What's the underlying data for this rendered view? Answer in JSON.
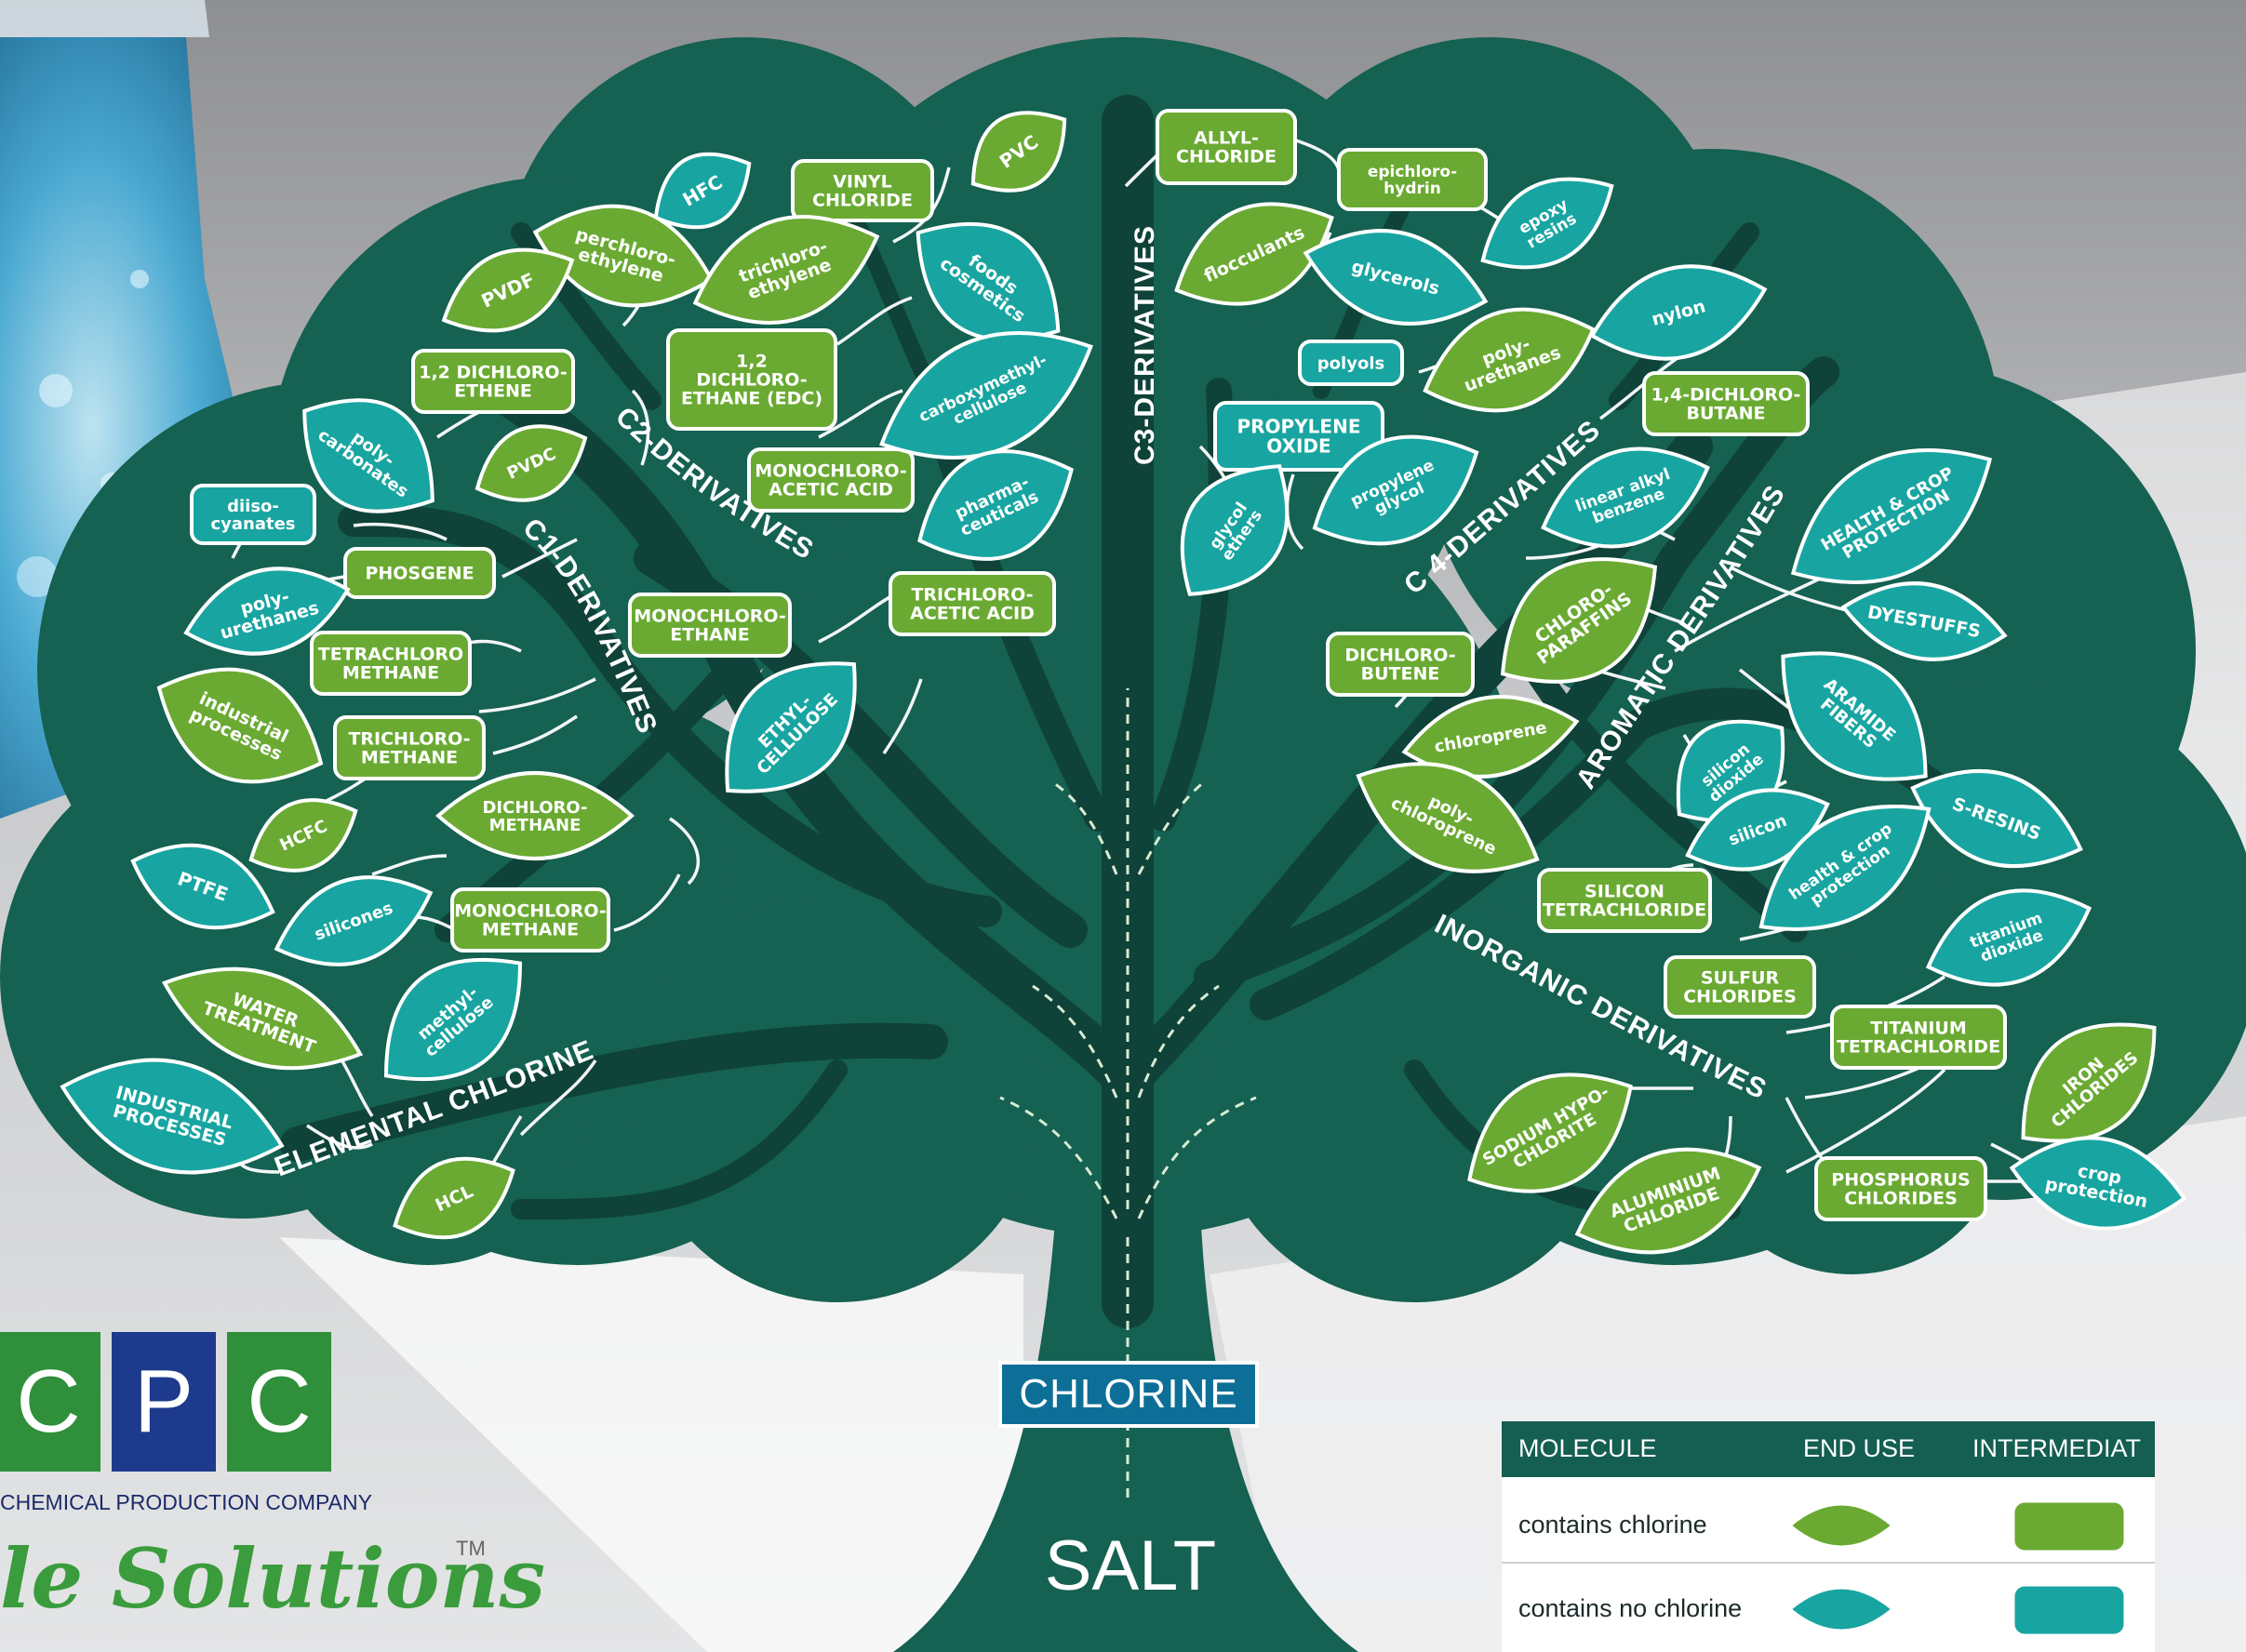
{
  "colors": {
    "tree": "#156152",
    "branch": "#0f4238",
    "green": "#6aaa32",
    "teal": "#18a5a1",
    "chlorine_box": "#0d6f97"
  },
  "trunk": {
    "chlorine": "CHLORINE",
    "salt": "SALT"
  },
  "branch_labels": {
    "elemental": "ELEMENTAL CHLORINE",
    "c1": "C1-DERIVATIVES",
    "c2": "C2-DERIVATIVES",
    "c3": "C3-DERIVATIVES",
    "c4": "C 4-DERIVATIVES",
    "aromatic": "AROMATIC DERIVATIVES",
    "inorganic": "INORGANIC DERIVATIVES"
  },
  "intermediates": [
    {
      "lines": [
        "VINYL",
        "CHLORIDE"
      ],
      "color": "green"
    },
    {
      "lines": [
        "1,2 DICHLORO-",
        "ETHENE"
      ],
      "color": "green"
    },
    {
      "lines": [
        "1,2",
        "DICHLORO-",
        "ETHANE (EDC)"
      ],
      "color": "green"
    },
    {
      "lines": [
        "MONOCHLORO-",
        "ACETIC ACID"
      ],
      "color": "green"
    },
    {
      "lines": [
        "TRICHLORO-",
        "ACETIC ACID"
      ],
      "color": "green"
    },
    {
      "lines": [
        "MONOCHLORO-",
        "ETHANE"
      ],
      "color": "green"
    },
    {
      "lines": [
        "diiso-",
        "cyanates"
      ],
      "color": "teal"
    },
    {
      "lines": [
        "PHOSGENE"
      ],
      "color": "green"
    },
    {
      "lines": [
        "TETRACHLORO",
        "METHANE"
      ],
      "color": "green"
    },
    {
      "lines": [
        "TRICHLORO-",
        "METHANE"
      ],
      "color": "green"
    },
    {
      "lines": [
        "MONOCHLORO-",
        "METHANE"
      ],
      "color": "green"
    },
    {
      "lines": [
        "ALLYL-",
        "CHLORIDE"
      ],
      "color": "green"
    },
    {
      "lines": [
        "epichloro-",
        "hydrin"
      ],
      "color": "green"
    },
    {
      "lines": [
        "polyols"
      ],
      "color": "teal"
    },
    {
      "lines": [
        "PROPYLENE",
        "OXIDE"
      ],
      "color": "teal"
    },
    {
      "lines": [
        "1,4-DICHLORO-",
        "BUTANE"
      ],
      "color": "green"
    },
    {
      "lines": [
        "DICHLORO-",
        "BUTENE"
      ],
      "color": "green"
    },
    {
      "lines": [
        "SILICON",
        "TETRACHLORIDE"
      ],
      "color": "green"
    },
    {
      "lines": [
        "SULFUR",
        "CHLORIDES"
      ],
      "color": "green"
    },
    {
      "lines": [
        "TITANIUM",
        "TETRACHLORIDE"
      ],
      "color": "green"
    },
    {
      "lines": [
        "PHOSPHORUS",
        "CHLORIDES"
      ],
      "color": "green"
    }
  ],
  "leaves": [
    {
      "lines": [
        "HFC"
      ],
      "color": "teal"
    },
    {
      "lines": [
        "PVC"
      ],
      "color": "green"
    },
    {
      "lines": [
        "perchloro-",
        "ethylene"
      ],
      "color": "green"
    },
    {
      "lines": [
        "trichloro-",
        "ethylene"
      ],
      "color": "green"
    },
    {
      "lines": [
        "foods",
        "cosmetics"
      ],
      "color": "teal"
    },
    {
      "lines": [
        "PVDF"
      ],
      "color": "green"
    },
    {
      "lines": [
        "carboxymethyl-",
        "cellulose"
      ],
      "color": "teal"
    },
    {
      "lines": [
        "poly-",
        "carbonates"
      ],
      "color": "teal"
    },
    {
      "lines": [
        "PVDC"
      ],
      "color": "green"
    },
    {
      "lines": [
        "pharma-",
        "ceuticals"
      ],
      "color": "teal"
    },
    {
      "lines": [
        "poly-",
        "urethanes"
      ],
      "color": "teal"
    },
    {
      "lines": [
        "industrial",
        "processes"
      ],
      "color": "green"
    },
    {
      "lines": [
        "ETHYL-",
        "CELLULOSE"
      ],
      "color": "teal"
    },
    {
      "lines": [
        "DICHLORO-",
        "METHANE"
      ],
      "color": "green"
    },
    {
      "lines": [
        "HCFC"
      ],
      "color": "green"
    },
    {
      "lines": [
        "PTFE"
      ],
      "color": "teal"
    },
    {
      "lines": [
        "silicones"
      ],
      "color": "teal"
    },
    {
      "lines": [
        "WATER",
        "TREATMENT"
      ],
      "color": "green"
    },
    {
      "lines": [
        "methyl-",
        "cellulose"
      ],
      "color": "teal"
    },
    {
      "lines": [
        "INDUSTRIAL",
        "PROCESSES"
      ],
      "color": "teal"
    },
    {
      "lines": [
        "HCL"
      ],
      "color": "green"
    },
    {
      "lines": [
        "flocculants"
      ],
      "color": "green"
    },
    {
      "lines": [
        "epoxy",
        "resins"
      ],
      "color": "teal"
    },
    {
      "lines": [
        "glycerols"
      ],
      "color": "teal"
    },
    {
      "lines": [
        "poly-",
        "urethanes"
      ],
      "color": "green"
    },
    {
      "lines": [
        "nylon"
      ],
      "color": "teal"
    },
    {
      "lines": [
        "glycol",
        "ethers"
      ],
      "color": "teal"
    },
    {
      "lines": [
        "propylene",
        "glycol"
      ],
      "color": "teal"
    },
    {
      "lines": [
        "linear alkyl",
        "benzene"
      ],
      "color": "teal"
    },
    {
      "lines": [
        "HEALTH & CROP",
        "PROTECTION"
      ],
      "color": "teal"
    },
    {
      "lines": [
        "CHLORO-",
        "PARAFFINS"
      ],
      "color": "green"
    },
    {
      "lines": [
        "DYESTUFFS"
      ],
      "color": "teal"
    },
    {
      "lines": [
        "ARAMIDE",
        "FIBERS"
      ],
      "color": "teal"
    },
    {
      "lines": [
        "chloroprene"
      ],
      "color": "green"
    },
    {
      "lines": [
        "poly-",
        "chloroprene"
      ],
      "color": "green"
    },
    {
      "lines": [
        "silicon",
        "dioxide"
      ],
      "color": "teal"
    },
    {
      "lines": [
        "silicon"
      ],
      "color": "teal"
    },
    {
      "lines": [
        "S-RESINS"
      ],
      "color": "teal"
    },
    {
      "lines": [
        "health & crop",
        "protection"
      ],
      "color": "teal"
    },
    {
      "lines": [
        "titanium",
        "dioxide"
      ],
      "color": "teal"
    },
    {
      "lines": [
        "SODIUM HYPO-",
        "CHLORITE"
      ],
      "color": "green"
    },
    {
      "lines": [
        "ALUMINIUM",
        "CHLORIDE"
      ],
      "color": "green"
    },
    {
      "lines": [
        "IRON",
        "CHLORIDES"
      ],
      "color": "green"
    },
    {
      "lines": [
        "crop",
        "protection"
      ],
      "color": "teal"
    }
  ],
  "logo": {
    "letters": [
      "C",
      "P",
      "C"
    ],
    "letter_colors": [
      "#2f8f3a",
      "#1d3a8c",
      "#2f8f3a"
    ],
    "company": "CHEMICAL PRODUCTION COMPANY",
    "tagline": "le Solutions",
    "tm": "TM"
  },
  "legend": {
    "headers": [
      "MOLECULE",
      "END USE",
      "INTERMEDIAT"
    ],
    "rows": [
      {
        "label": "contains chlorine",
        "color": "green"
      },
      {
        "label": "contains no chlorine",
        "color": "teal"
      }
    ]
  }
}
